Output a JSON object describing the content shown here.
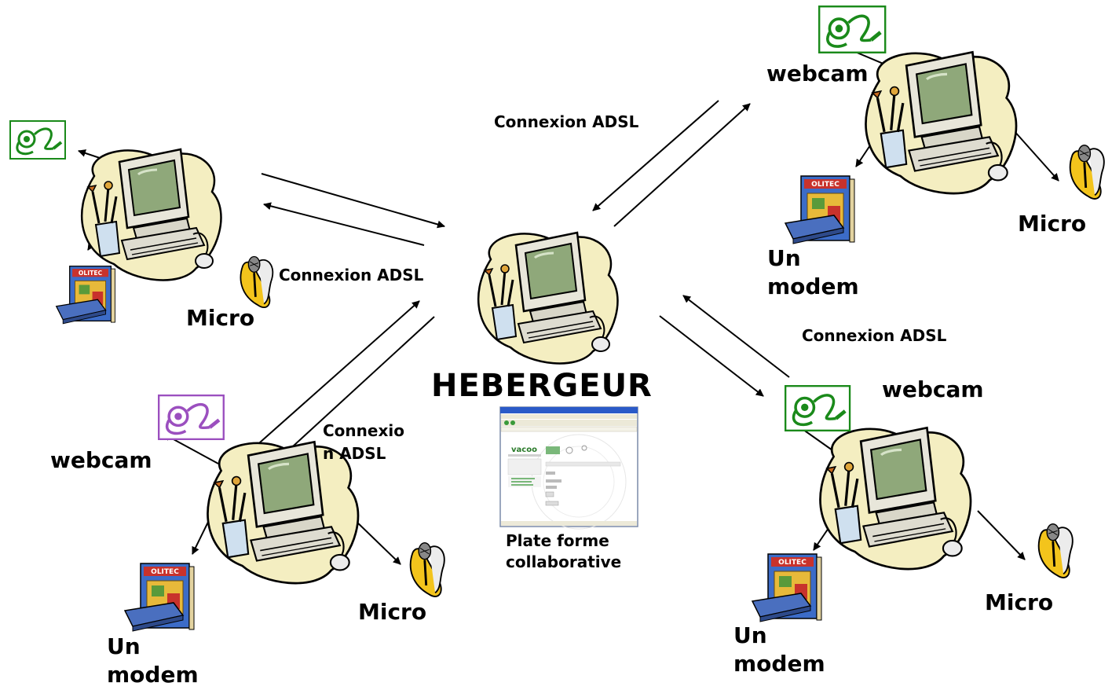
{
  "center": {
    "title": "HEBERGEUR",
    "caption_line1": "Plate forme",
    "caption_line2": "collaborative",
    "screenshot_logo": "vacoo"
  },
  "connections": {
    "top_right": "Connexion ADSL",
    "left": "Connexion ADSL",
    "right": "Connexion ADSL",
    "bottom_left_line1": "Connexio",
    "bottom_left_line2": "n ADSL"
  },
  "clients": {
    "top_left": {
      "micro": "Micro"
    },
    "top_right": {
      "webcam": "webcam",
      "micro": "Micro",
      "modem_line1": "Un",
      "modem_line2": "modem"
    },
    "bottom_left": {
      "webcam": "webcam",
      "micro": "Micro",
      "modem_line1": "Un",
      "modem_line2": "modem"
    },
    "bottom_right": {
      "webcam": "webcam",
      "micro": "Micro",
      "modem_line1": "Un",
      "modem_line2": "modem"
    }
  },
  "modem_box_brand": "OLITEC",
  "colors": {
    "blob": "#f4eec1",
    "monitor_bezel": "#e8e6da",
    "screen": "#8fa87a",
    "webcam_green": "#1a8a1a",
    "webcam_purple": "#9b4fbf",
    "box_red": "#c8322c",
    "box_blue": "#3c6cc8"
  }
}
